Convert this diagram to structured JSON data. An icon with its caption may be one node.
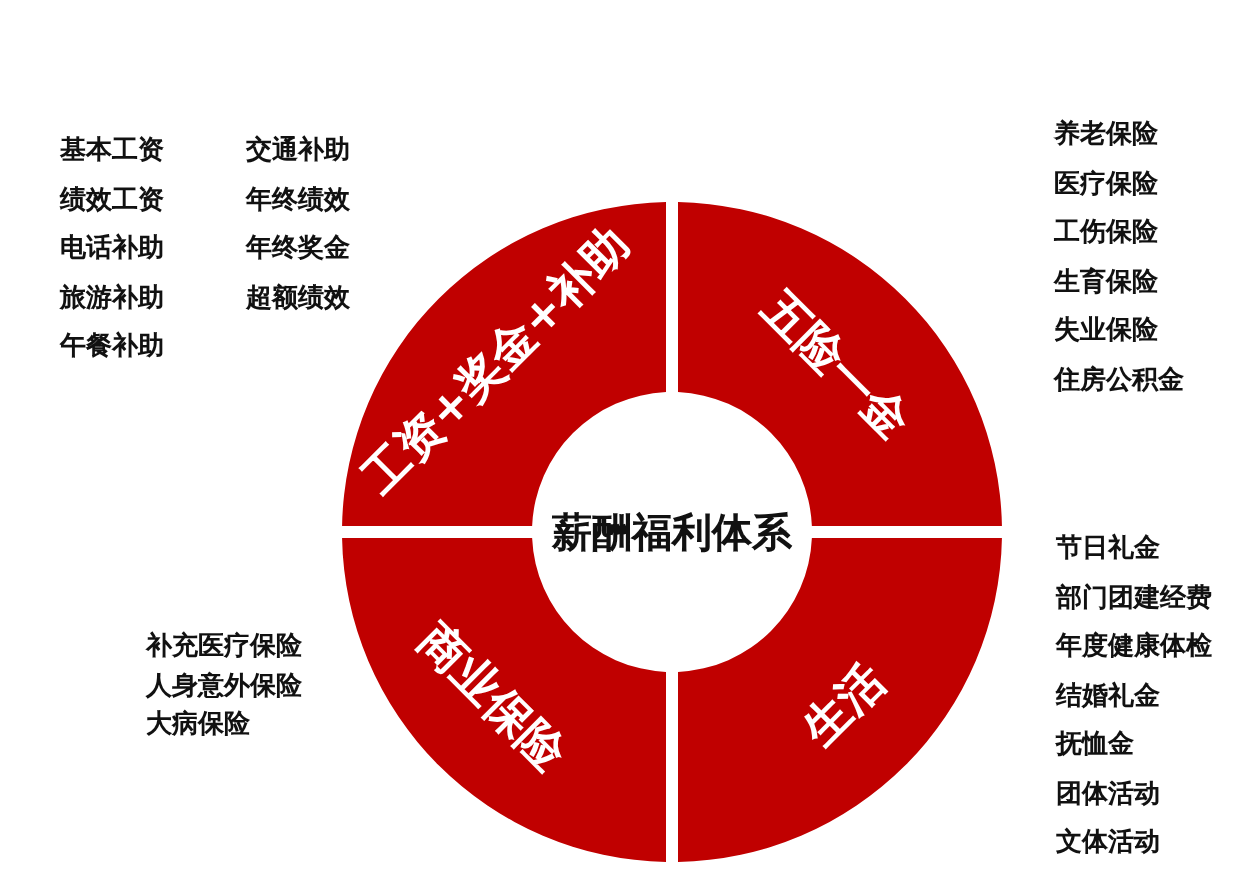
{
  "diagram": {
    "nodes": [
      {
        "text": [
          "薪酬福利体系"
        ]
      },
      {
        "text": [
          "工资+奖金+补助"
        ],
        "beside": [
          "基本工资",
          "绩效工资",
          "电话补助",
          "旅游补助",
          "午餐补助",
          "交通补助",
          "年终绩效",
          "年终奖金",
          "超额绩效"
        ]
      },
      {
        "text": [
          "五险一金"
        ],
        "beside": [
          "养老保险",
          "医疗保险",
          "工伤保险",
          "生育保险",
          "失业保险",
          "住房公积金"
        ]
      },
      {
        "text": [
          "商业保险"
        ],
        "beside": [
          "补充医疗保险",
          "人身意外保险",
          "大病保险"
        ]
      },
      {
        "text": [
          "生活"
        ],
        "beside": [
          "节日礼金",
          "部门团建经费",
          "年度健康体检",
          "结婚礼金",
          "抚恤金",
          "团体活动",
          "文体活动"
        ]
      }
    ]
  }
}
